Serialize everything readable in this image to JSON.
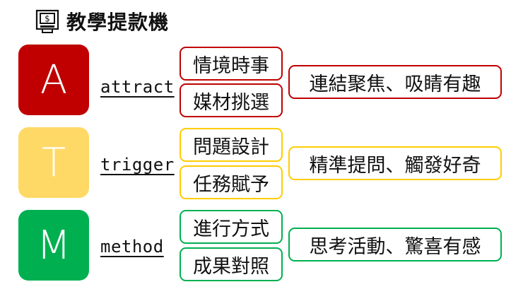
{
  "title": "教學提款機",
  "icon": "atm-icon",
  "rows": [
    {
      "letter": "A",
      "word": "attract",
      "color": "#c00000",
      "items": [
        "情境時事",
        "媒材挑選"
      ],
      "summary": "連結聚焦、吸睛有趣"
    },
    {
      "letter": "T",
      "word": "trigger",
      "color": "#ffd966",
      "items": [
        "問題設計",
        "任務賦予"
      ],
      "summary": "精準提問、觸發好奇"
    },
    {
      "letter": "M",
      "word": "method",
      "color": "#00b050",
      "items": [
        "進行方式",
        "成果對照"
      ],
      "summary": "思考活動、驚喜有感"
    }
  ]
}
